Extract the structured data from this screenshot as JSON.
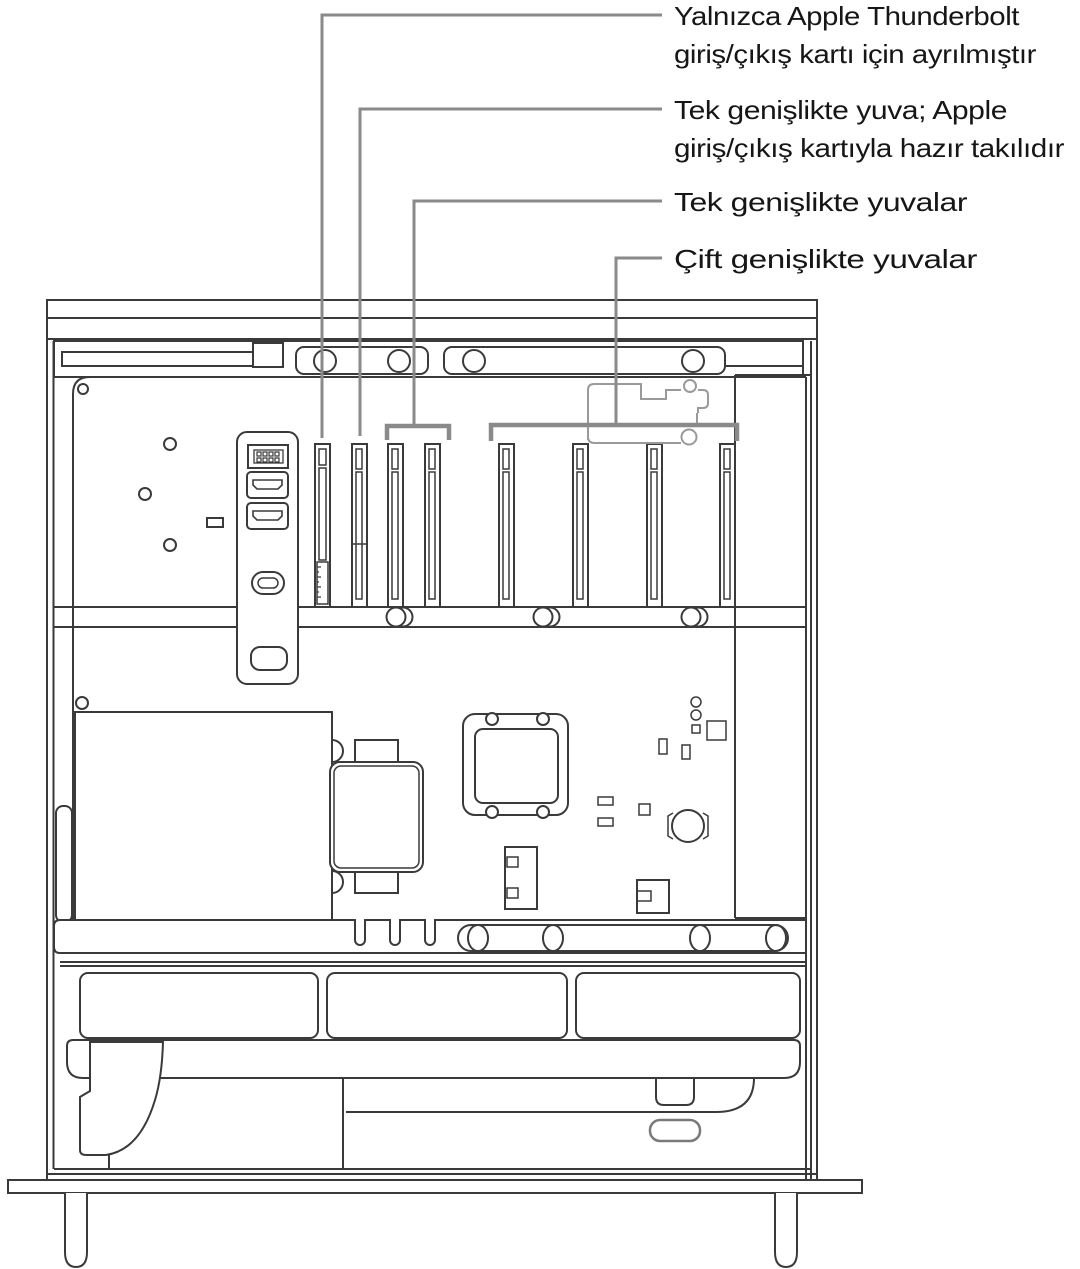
{
  "illustration": {
    "subject_name": "mac-pro-side-open-illustration",
    "palette": {
      "background": "#ffffff",
      "art_line": "#3a3a3a",
      "light_outline": "#9a9a9a",
      "leader_gray": "#8a8a8a",
      "text": "#161616"
    }
  },
  "callouts": [
    {
      "id": "thunderbolt-slot",
      "lines": [
        "Yalnızca Apple Thunderbolt",
        "giriş/çıkış kartı için ayrılmıştır"
      ]
    },
    {
      "id": "single-wide-slot-io-card",
      "lines": [
        "Tek genişlikte yuva; Apple",
        "giriş/çıkış kartıyla hazır takılıdır"
      ]
    },
    {
      "id": "single-wide-slots",
      "lines": [
        "Tek genişlikte yuvalar"
      ]
    },
    {
      "id": "double-wide-slots",
      "lines": [
        "Çift genişlikte yuvalar"
      ]
    }
  ]
}
